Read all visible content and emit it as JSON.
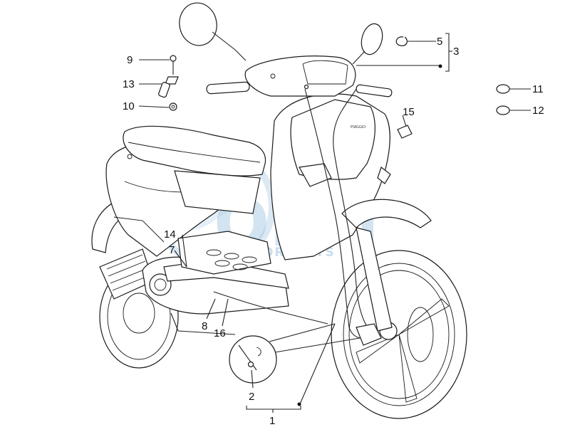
{
  "watermark": {
    "logo_text": "OEM",
    "sub_text": "MOTORPARTS",
    "color": "#4a90c8"
  },
  "brand_badge": "PIAGGIO",
  "callouts": {
    "c1": "1",
    "c2": "2",
    "c3": "3",
    "c5": "5",
    "c7": "7",
    "c8": "8",
    "c9": "9",
    "c10": "10",
    "c11": "11",
    "c12": "12",
    "c13": "13",
    "c14": "14",
    "c15": "15",
    "c16": "16"
  },
  "colors": {
    "outline": "#1a1a1a",
    "watermark": "#4a90c8",
    "background": "#ffffff"
  }
}
